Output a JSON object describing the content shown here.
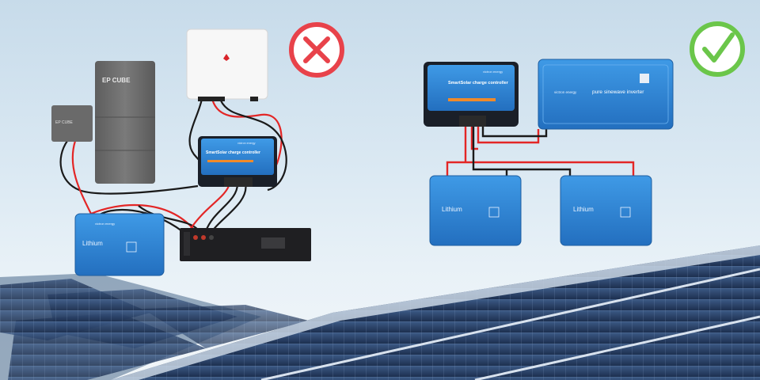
{
  "status": {
    "wrong": {
      "icon": "x-icon",
      "color": "#e8424a"
    },
    "right": {
      "icon": "checkmark-icon",
      "color": "#6bc64a"
    }
  },
  "colors": {
    "victron_blue": "#2d84d6",
    "wire_red": "#e32626",
    "wire_black": "#1a1a1a",
    "cube_gray": "#6a6a6a"
  },
  "left_setup": {
    "ep_cube_label": "EP CUBE",
    "small_cube_label": "EP CUBE",
    "charge_controller_title": "SmartSolar charge controller",
    "charge_controller_brand": "victron energy",
    "battery_label": "Lithium",
    "battery_brand": "victron energy"
  },
  "right_setup": {
    "charge_controller_title": "SmartSolar charge controller",
    "charge_controller_brand": "victron energy",
    "inverter_brand": "victron energy",
    "inverter_title": "pure sinewave inverter",
    "battery_1_label": "Lithium",
    "battery_2_label": "Lithium"
  }
}
